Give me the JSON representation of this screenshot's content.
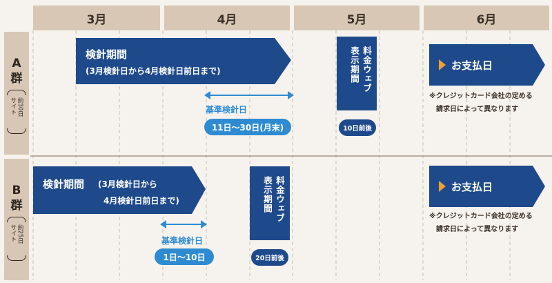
{
  "colors": {
    "header_bg": "#d8c7b4",
    "bar_navy": "#1e4a8c",
    "accent_blue": "#2e8bd2",
    "background": "#f6f3ee"
  },
  "months": [
    "3月",
    "4月",
    "5月",
    "6月"
  ],
  "group_a": {
    "letter": "A",
    "group_char": "群",
    "cycle_label": "サイト",
    "cycle_value": "約30日",
    "reading_title": "検針期間",
    "reading_sub": "(3月検針日から4月検針日前日まで)",
    "ref_label": "基準検針日",
    "ref_range": "11日～30日(月末)",
    "web_label": "料金ウェブ表示期間",
    "web_line1": "料金ウェブ",
    "web_line2": "表示期間",
    "web_badge": "10日前後",
    "pay_label": "お支払日",
    "note_line1": "※クレジットカード会社の定める",
    "note_line2": "請求日によって異なります"
  },
  "group_b": {
    "letter": "B",
    "group_char": "群",
    "cycle_label": "サイト",
    "cycle_value": "約25日",
    "reading_title": "検針期間",
    "reading_sub_1": "(3月検針日から",
    "reading_sub_2": "4月検針日前日まで)",
    "ref_label": "基準検針日",
    "ref_range": "1日～10日",
    "web_label": "料金ウェブ表示期間",
    "web_line1": "料金ウェブ",
    "web_line2": "表示期間",
    "web_badge": "20日前後",
    "pay_label": "お支払日",
    "note_line1": "※クレジットカード会社の定める",
    "note_line2": "請求日によって異なります"
  }
}
